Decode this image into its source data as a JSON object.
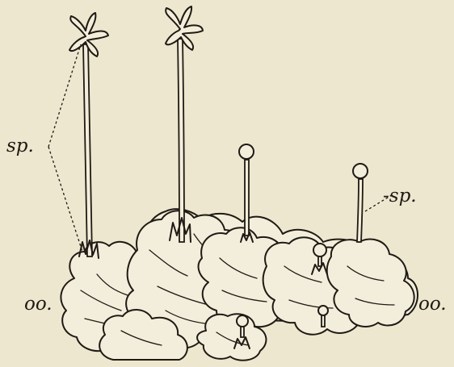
{
  "labels": {
    "sporophyte_left": "sp.",
    "sporophyte_right": "-sp.",
    "oogonium_left": "oo.",
    "oogonium_right": "oo."
  }
}
